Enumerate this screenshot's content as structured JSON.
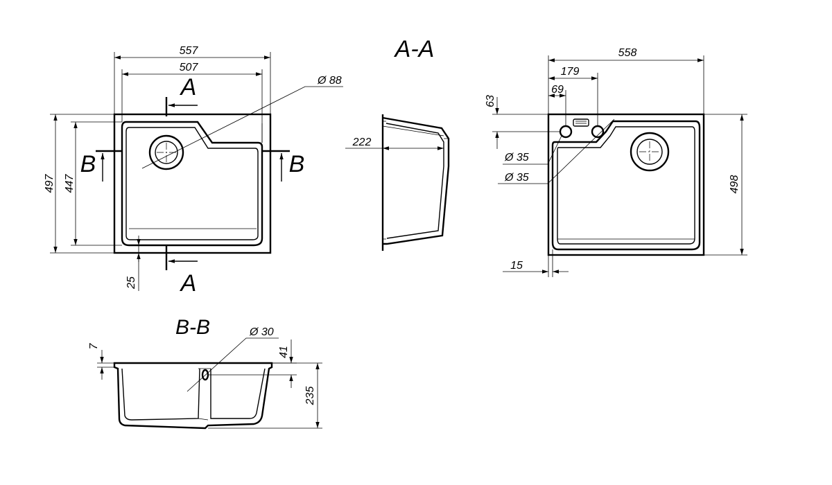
{
  "view_top": {
    "width_outer": "557",
    "width_inner": "507",
    "height_outer": "497",
    "height_inner": "447",
    "rim": "25",
    "drain_diameter": "Ø 88",
    "cut_label_a": "A",
    "cut_label_b": "B"
  },
  "section_aa": {
    "title": "A-A",
    "depth": "222"
  },
  "view_bottom": {
    "width": "558",
    "tap_offset": "179",
    "hole_offset": "69",
    "hole_top": "63",
    "hole1_diameter": "Ø 35",
    "hole2_diameter": "Ø 35",
    "height": "498",
    "edge": "15"
  },
  "section_bb": {
    "title": "B-B",
    "overflow_diameter": "Ø 30",
    "rim_thickness": "7",
    "overflow_depth": "41",
    "total_depth": "235"
  }
}
